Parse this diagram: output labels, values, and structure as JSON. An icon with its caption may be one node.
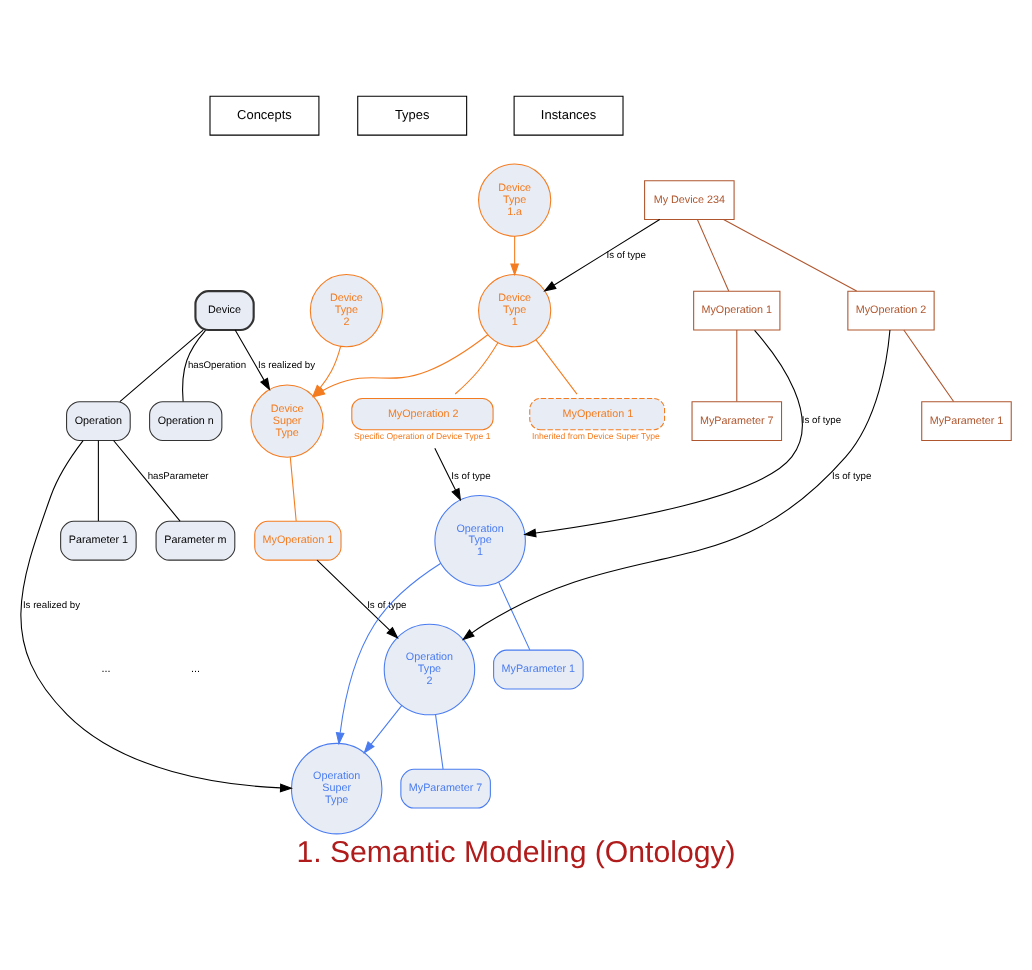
{
  "diagram": {
    "title": "1. Semantic Modeling (Ontology)",
    "nodes": [
      {
        "text": [
          "Concepts"
        ]
      },
      {
        "text": [
          "Types"
        ]
      },
      {
        "text": [
          "Instances"
        ]
      },
      {
        "text": [
          "Device"
        ]
      },
      {
        "text": [
          "Operation"
        ]
      },
      {
        "text": [
          "Parameter 1"
        ]
      },
      {
        "text": [
          "Parameter m"
        ]
      },
      {
        "text": [
          "Operation n"
        ]
      },
      {
        "text": [
          "Device Super Type"
        ]
      },
      {
        "text": [
          "MyOperation 1"
        ]
      },
      {
        "text": [
          "Device Type 1"
        ]
      },
      {
        "text": [
          "Device Type 2"
        ]
      },
      {
        "text": [
          "Device Type 1.a"
        ]
      },
      {
        "text": [
          "MyOperation 1"
        ],
        "beside": [
          "Inherited from Device Super Type"
        ]
      },
      {
        "text": [
          "MyOperation 2"
        ],
        "beside": [
          "Specific Operation of Device Type 1"
        ]
      },
      {
        "text": [
          "Operation Super Type"
        ]
      },
      {
        "text": [
          "Operation Type 1"
        ]
      },
      {
        "text": [
          "Operation Type 2"
        ]
      },
      {
        "text": [
          "MyParameter 1"
        ]
      },
      {
        "text": [
          "MyParameter 7"
        ]
      },
      {
        "text": [
          "My Device 234"
        ]
      },
      {
        "text": [
          "MyOperation 1"
        ]
      },
      {
        "text": [
          "MyParameter 7"
        ]
      },
      {
        "text": [
          "MyOperation 2"
        ]
      },
      {
        "text": [
          "MyParameter 1"
        ]
      }
    ],
    "edges": [
      {
        "from": 3,
        "to": 4,
        "arrow": "none"
      },
      {
        "from": 3,
        "to": 7,
        "arrow": "none",
        "label": "hasOperation"
      },
      {
        "from": 4,
        "to": 5,
        "arrow": "none"
      },
      {
        "from": 4,
        "to": 6,
        "arrow": "none",
        "label": "hasParameter"
      },
      {
        "from": 3,
        "to": 8,
        "arrow": "to",
        "label": "Is realized by"
      },
      {
        "from": 4,
        "to": 15,
        "arrow": "to",
        "label": "Is realized by"
      },
      {
        "from": 8,
        "to": 9,
        "arrow": "none",
        "color": "#f47c20"
      },
      {
        "from": 10,
        "to": 8,
        "arrow": "to",
        "color": "#f47c20"
      },
      {
        "from": 11,
        "to": 8,
        "arrow": "to",
        "color": "#f47c20"
      },
      {
        "from": 12,
        "to": 10,
        "arrow": "to",
        "color": "#f47c20"
      },
      {
        "from": 10,
        "to": 13,
        "arrow": "none",
        "color": "#f47c20"
      },
      {
        "from": 10,
        "to": 14,
        "arrow": "none",
        "color": "#f47c20"
      },
      {
        "from": 9,
        "to": 17,
        "arrow": "to",
        "label": "Is of type"
      },
      {
        "from": 14,
        "to": 16,
        "arrow": "to",
        "label": "Is of type"
      },
      {
        "from": 16,
        "to": 15,
        "arrow": "to",
        "color": "#4a7cf0"
      },
      {
        "from": 17,
        "to": 15,
        "arrow": "to",
        "color": "#4a7cf0"
      },
      {
        "from": 16,
        "to": 18,
        "arrow": "none",
        "color": "#4a7cf0"
      },
      {
        "from": 17,
        "to": 19,
        "arrow": "none",
        "color": "#4a7cf0"
      },
      {
        "from": 20,
        "to": 21,
        "arrow": "none",
        "color": "#b0562e"
      },
      {
        "from": 20,
        "to": 23,
        "arrow": "none",
        "color": "#b0562e"
      },
      {
        "from": 21,
        "to": 22,
        "arrow": "none",
        "color": "#b0562e"
      },
      {
        "from": 23,
        "to": 24,
        "arrow": "none",
        "color": "#b0562e"
      },
      {
        "from": 20,
        "to": 10,
        "arrow": "to",
        "label": "Is of type"
      },
      {
        "from": 21,
        "to": 16,
        "arrow": "to",
        "label": "Is of type"
      },
      {
        "from": 23,
        "to": 17,
        "arrow": "to",
        "label": "Is of type"
      }
    ],
    "labels": [
      "...",
      "..."
    ]
  }
}
